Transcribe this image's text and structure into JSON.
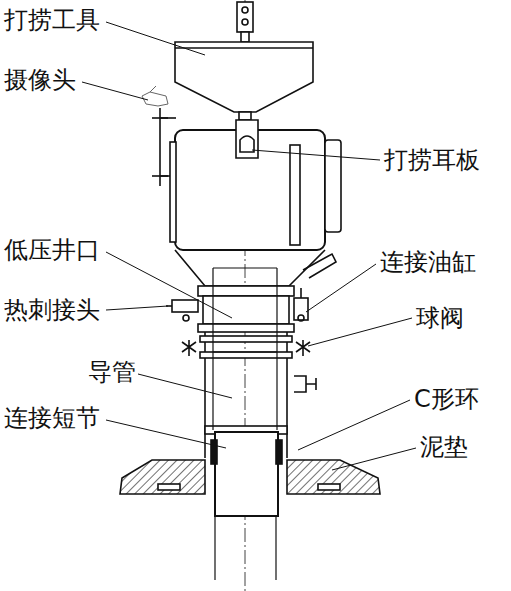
{
  "diagram": {
    "labels": [
      "打捞工具",
      "摄像头",
      "打捞耳板",
      "低压井口",
      "连接油缸",
      "热刺接头",
      "球阀",
      "导管",
      "C形环",
      "连接短节",
      "泥垫"
    ]
  }
}
